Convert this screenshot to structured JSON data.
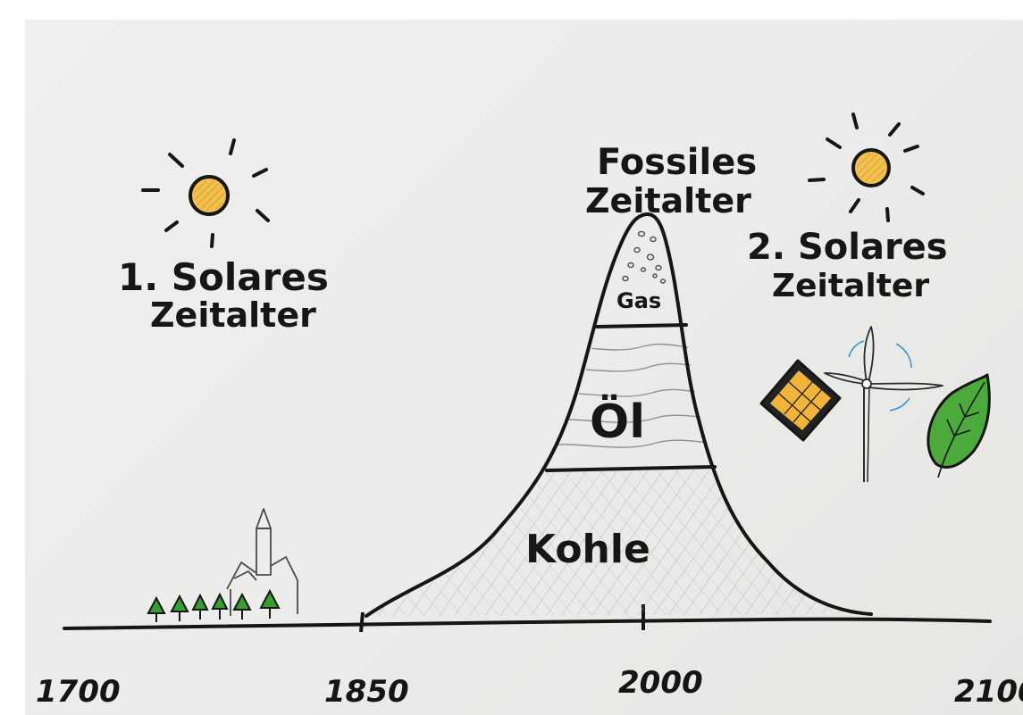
{
  "timeline": {
    "ticks": [
      "1700",
      "1850",
      "2000",
      "2100"
    ]
  },
  "eras": {
    "first_solar": {
      "line1": "1. Solares",
      "line2": "Zeitalter"
    },
    "fossil": {
      "line1": "Fossiles",
      "line2": "Zeitalter"
    },
    "second_solar": {
      "line1": "2. Solares",
      "line2": "Zeitalter"
    }
  },
  "layers": {
    "gas": "Gas",
    "oil": "Öl",
    "coal": "Kohle"
  },
  "colors": {
    "ink": "#161616",
    "sun": "#f0b43a",
    "tree": "#35a02f",
    "leaf": "#4caa3c",
    "arrow": "#3d96c9",
    "paper": "#ececea"
  },
  "icons": [
    "sun-icon",
    "tree-icon",
    "church-icon",
    "solar-panel-icon",
    "wind-turbine-icon",
    "leaf-icon"
  ]
}
